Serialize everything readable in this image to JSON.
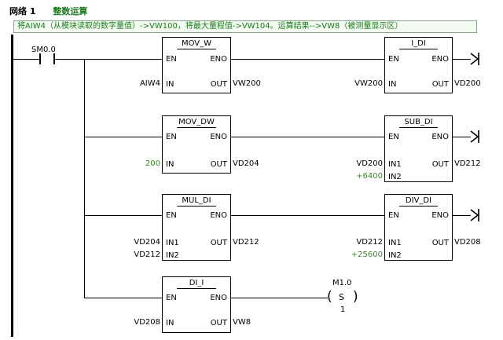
{
  "network": {
    "label": "网络 1",
    "title": "整数运算",
    "comment": "将AIW4（从模块读取的数字量值）->VW100，将最大量程值->VW104。运算结果-->VW8（被测量显示区）"
  },
  "contact": {
    "label": "SM0.0"
  },
  "pins": {
    "en": "EN",
    "eno": "ENO",
    "in": "IN",
    "in1": "IN1",
    "in2": "IN2",
    "out": "OUT"
  },
  "blocks": {
    "mov_w": {
      "name": "MOV_W",
      "in": "AIW4",
      "out": "VW200"
    },
    "i_di": {
      "name": "I_DI",
      "in": "VW200",
      "out": "VD200"
    },
    "mov_dw": {
      "name": "MOV_DW",
      "in": "200",
      "out": "VD204"
    },
    "sub_di": {
      "name": "SUB_DI",
      "in1": "VD200",
      "in2": "+6400",
      "out": "VD212"
    },
    "mul_di": {
      "name": "MUL_DI",
      "in1": "VD204",
      "in2": "VD212",
      "out": "VD212"
    },
    "div_di": {
      "name": "DIV_DI",
      "in1": "VD212",
      "in2": "+25600",
      "out": "VD208"
    },
    "di_i": {
      "name": "DI_I",
      "in": "VD208",
      "out": "VW8"
    }
  },
  "coil": {
    "label": "M1.0",
    "type": "S",
    "count": "1"
  },
  "colors": {
    "constant": "#3b8a2a",
    "comment_text": "#1a7a1a"
  }
}
